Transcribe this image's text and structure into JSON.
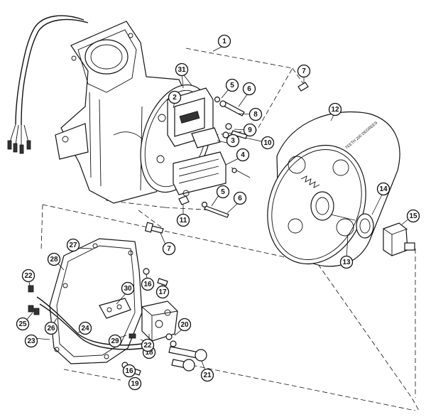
{
  "diagram": {
    "flywheel_text": "TEETH 200 DEGREES",
    "parts": [
      {
        "id": "p1",
        "label": "1"
      },
      {
        "id": "p2",
        "label": "2"
      },
      {
        "id": "p3",
        "label": "3"
      },
      {
        "id": "p4",
        "label": "4"
      },
      {
        "id": "p5a",
        "label": "5"
      },
      {
        "id": "p5b",
        "label": "5"
      },
      {
        "id": "p6a",
        "label": "6"
      },
      {
        "id": "p6b",
        "label": "6"
      },
      {
        "id": "p7a",
        "label": "7"
      },
      {
        "id": "p7b",
        "label": "7"
      },
      {
        "id": "p8",
        "label": "8"
      },
      {
        "id": "p9",
        "label": "9"
      },
      {
        "id": "p10",
        "label": "10"
      },
      {
        "id": "p11",
        "label": "11"
      },
      {
        "id": "p12",
        "label": "12"
      },
      {
        "id": "p13",
        "label": "13"
      },
      {
        "id": "p14",
        "label": "14"
      },
      {
        "id": "p15",
        "label": "15"
      },
      {
        "id": "p16a",
        "label": "16"
      },
      {
        "id": "p16b",
        "label": "16"
      },
      {
        "id": "p17",
        "label": "17"
      },
      {
        "id": "p18",
        "label": "18"
      },
      {
        "id": "p19",
        "label": "19"
      },
      {
        "id": "p20",
        "label": "20"
      },
      {
        "id": "p21",
        "label": "21"
      },
      {
        "id": "p22a",
        "label": "22"
      },
      {
        "id": "p22b",
        "label": "22"
      },
      {
        "id": "p23",
        "label": "23"
      },
      {
        "id": "p24",
        "label": "24"
      },
      {
        "id": "p25",
        "label": "25"
      },
      {
        "id": "p26",
        "label": "26"
      },
      {
        "id": "p27",
        "label": "27"
      },
      {
        "id": "p28",
        "label": "28"
      },
      {
        "id": "p29",
        "label": "29"
      },
      {
        "id": "p30",
        "label": "30"
      },
      {
        "id": "p31",
        "label": "31"
      }
    ]
  }
}
